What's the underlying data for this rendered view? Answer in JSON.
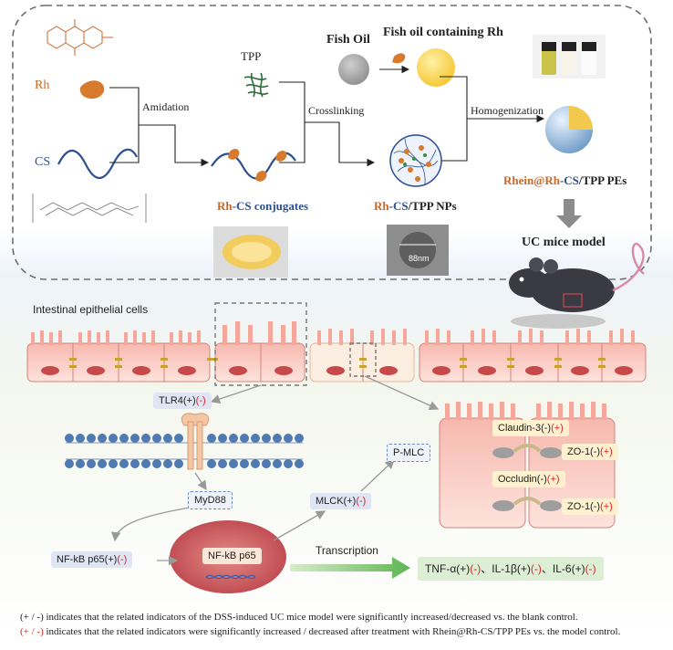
{
  "top": {
    "rh": "Rh",
    "cs": "CS",
    "tpp": "TPP",
    "fish_oil": "Fish Oil",
    "fish_oil_rh": "Fish oil containing Rh",
    "amidation": "Amidation",
    "crosslinking": "Crosslinking",
    "homogenization": "Homogenization",
    "conj_prefix": "Rh",
    "conj_suffix": "-CS conjugates",
    "np_rh": "Rh",
    "np_cs": "-CS",
    "np_rest": "/TPP NPs",
    "scale": "88nm",
    "pe_rhein": "Rhein@",
    "pe_rh": "Rh",
    "pe_cs": "-CS",
    "pe_rest": "/TPP PEs",
    "model": "UC mice model",
    "colors": {
      "rh": "#c8692a",
      "cs": "#2b4f8f",
      "red": "#d5262b",
      "dash": "#777777"
    }
  },
  "bottom": {
    "cells_label": "Intestinal epithelial cells",
    "tlr4_a": "TLR4(+)",
    "tlr4_b": "(-)",
    "myd88": "MyD88",
    "nfkb_a": "NF-kB p65(+)",
    "nfkb_b": "(-)",
    "nucleus": "NF-kB p65",
    "mlck_a": "MLCK(+)",
    "mlck_b": "(-)",
    "pmlc": "P-MLC",
    "claudin_a": "Claudin-3(-)",
    "claudin_b": "(+)",
    "zo1a_a": "ZO-1(-)",
    "zo1a_b": "(+)",
    "occludin_a": "Occludin(-)",
    "occludin_b": "(+)",
    "zo1b_a": "ZO-1(-)",
    "zo1b_b": "(+)",
    "transcription": "Transcription",
    "cyto_tnf_a": "TNF-α(+)",
    "cyto_tnf_b": "(-)",
    "cyto_sep1": "、",
    "cyto_il1_a": "IL-1β(+)",
    "cyto_il1_b": "(-)",
    "cyto_sep2": "、",
    "cyto_il6_a": "IL-6(+)",
    "cyto_il6_b": "(-)"
  },
  "footnotes": {
    "line1": "(+ / -) indicates that the related indicators of the DSS-induced UC mice model were significantly increased/decreased vs. the blank control.",
    "line2_red": "(+ / -)",
    "line2_rest": " indicates that the related indicators were significantly increased / decreased after treatment with Rhein@Rh-CS/TPP PEs vs. the model control."
  }
}
